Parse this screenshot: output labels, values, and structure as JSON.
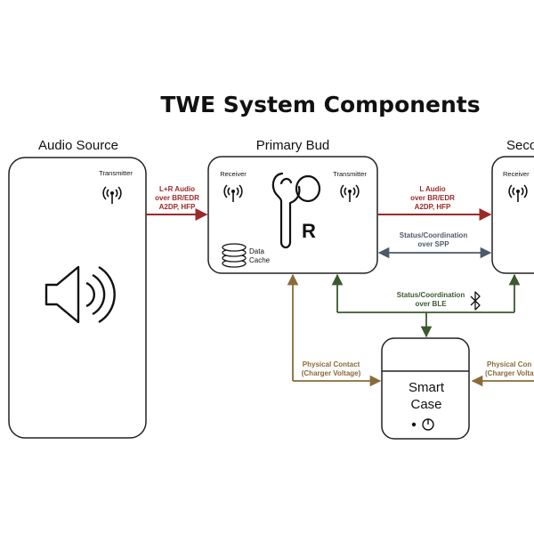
{
  "title": "TWE System Components",
  "colors": {
    "audio_link": "#9b2a2a",
    "spp_link": "#4c5a6b",
    "ble_link": "#3a5a2e",
    "physical_link": "#8a6a38",
    "box_stroke": "#222222",
    "text": "#111111"
  },
  "nodes": {
    "audio_source": {
      "label": "Audio Source",
      "transmitter_label": "Transmitter",
      "icon": "speaker-icon"
    },
    "primary_bud": {
      "label": "Primary Bud",
      "receiver_label": "Receiver",
      "transmitter_label": "Transmitter",
      "bud_letter": "R",
      "data_cache_label_1": "Data",
      "data_cache_label_2": "Cache",
      "icon": "earbud-icon"
    },
    "secondary_bud": {
      "label": "Seco",
      "receiver_label": "Receiver"
    },
    "smart_case": {
      "label_1": "Smart",
      "label_2": "Case",
      "icon": "power-button-icon"
    }
  },
  "links": {
    "source_to_primary": {
      "line1": "L+R Audio",
      "line2": "over BR/EDR",
      "line3": "A2DP, HFP"
    },
    "primary_to_secondary": {
      "line1": "L Audio",
      "line2": "over BR/EDR",
      "line3": "A2DP, HFP"
    },
    "spp": {
      "line1": "Status/Coordination",
      "line2": "over SPP"
    },
    "ble": {
      "line1": "Status/Coordination",
      "line2": "over BLE",
      "icon": "bluetooth-icon"
    },
    "physical_left": {
      "line1": "Physical Contact",
      "line2": "(Charger Voltage)"
    },
    "physical_right": {
      "line1": "Physical Con",
      "line2": "(Charger Voltag"
    }
  }
}
